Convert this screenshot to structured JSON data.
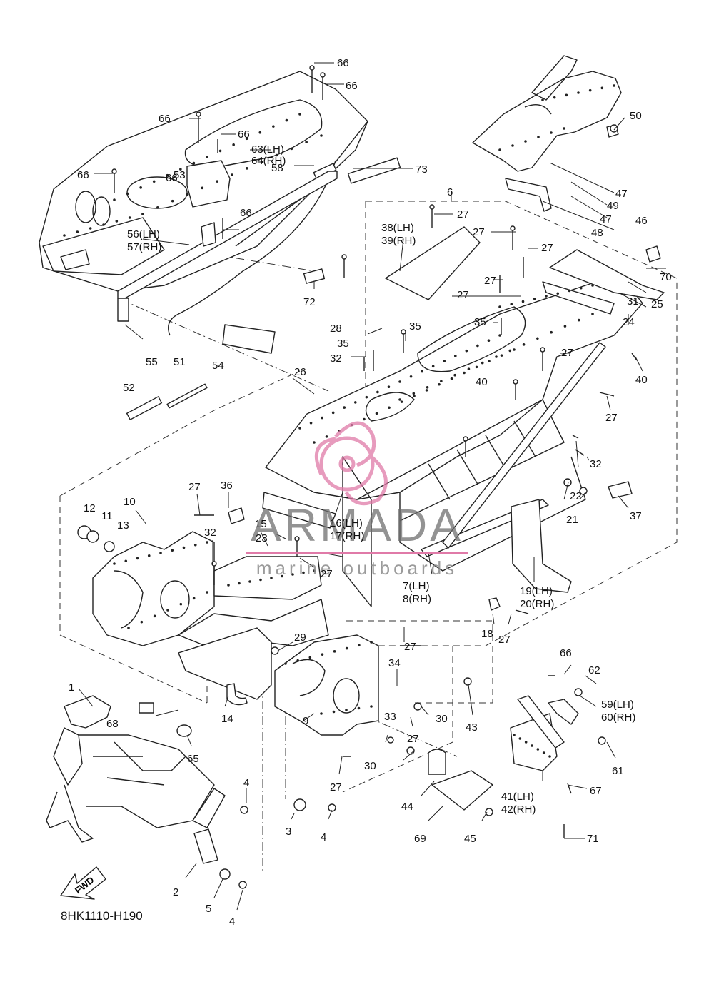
{
  "diagram": {
    "code": "8HK1110-H190",
    "fwd_label": "FWD",
    "watermark": {
      "brand": "ARMADA",
      "tagline": "marine outboards",
      "color": "#e07aa8"
    },
    "callouts": [
      "66",
      "66",
      "66",
      "66",
      "66",
      "66",
      "66",
      "63(LH)",
      "64(RH)",
      "53",
      "58",
      "73",
      "56(LH)",
      "57(RH)",
      "72",
      "55",
      "50",
      "47",
      "49",
      "47",
      "46",
      "48",
      "6",
      "27",
      "38(LH)",
      "39(RH)",
      "27",
      "27",
      "27",
      "27",
      "70",
      "31",
      "25",
      "24",
      "28",
      "35",
      "35",
      "32",
      "35",
      "40",
      "27",
      "27",
      "40",
      "32",
      "22",
      "21",
      "37",
      "54",
      "51",
      "52",
      "26",
      "10",
      "12",
      "11",
      "13",
      "27",
      "36",
      "32",
      "15",
      "23",
      "16(LH)",
      "17(RH)",
      "27",
      "7(LH)",
      "8(RH)",
      "19(LH)",
      "20(RH)",
      "18",
      "27",
      "29",
      "14",
      "68",
      "9",
      "27",
      "34",
      "30",
      "33",
      "27",
      "30",
      "27",
      "43",
      "66",
      "62",
      "59(LH)",
      "60(RH)",
      "61",
      "67",
      "41(LH)",
      "42(RH)",
      "71",
      "1",
      "65",
      "4",
      "3",
      "4",
      "44",
      "69",
      "45",
      "2",
      "5",
      "4"
    ]
  }
}
